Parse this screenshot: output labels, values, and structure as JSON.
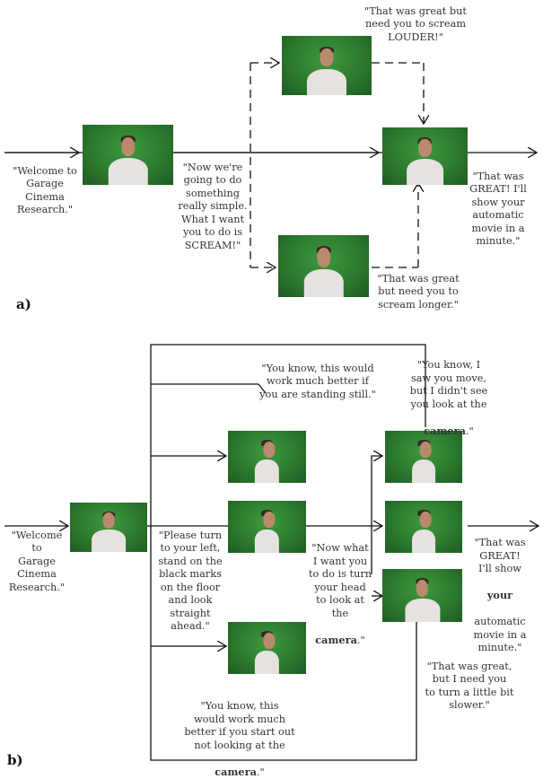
{
  "panel_a": {
    "label": "a)",
    "captions": {
      "welcome": "\"Welcome to\nGarage\nCinema\nResearch.\"",
      "instruction": "\"Now we're\ngoing to do\nsomething\nreally simple.\nWhat I want\nyou to do is\nSCREAM!\"",
      "louder": "\"That was great but\nneed you to scream\nLOUDER!\"",
      "longer": "\"That was great\nbut need you to\nscream longer.\"",
      "great": "\"That was\nGREAT! I'll\nshow your\nautomatic\nmovie in a\nminute.\""
    }
  },
  "panel_b": {
    "label": "b)",
    "captions": {
      "welcome": "\"Welcome\nto\nGarage\nCinema\nResearch.\"",
      "turn_left": "\"Please turn\nto your left,\nstand on the\nblack marks\non the floor\nand look\nstraight\nahead.\"",
      "standing_still": "\"You know, this would\nwork much better if\nyou are standing still.\"",
      "saw_move": "\"You know, I\nsaw you move,\nbut I didn't see\nyou look at the",
      "saw_move_end": "camera",
      "turn_head": "\"Now what\nI want you\nto do is turn\nyour head\nto look at\nthe",
      "turn_head_end": "camera",
      "great_1": "\"That was\nGREAT!\nI'll show",
      "great_bold": "your",
      "great_2": "automatic\nmovie in a\nminute.\"",
      "slower": "\"That was great,\nbut I need you\nto turn a little bit\nslower.\"",
      "not_looking": "\"You know, this\nwould work much\nbetter if you start out\nnot looking at the",
      "not_looking_end": "camera"
    }
  }
}
